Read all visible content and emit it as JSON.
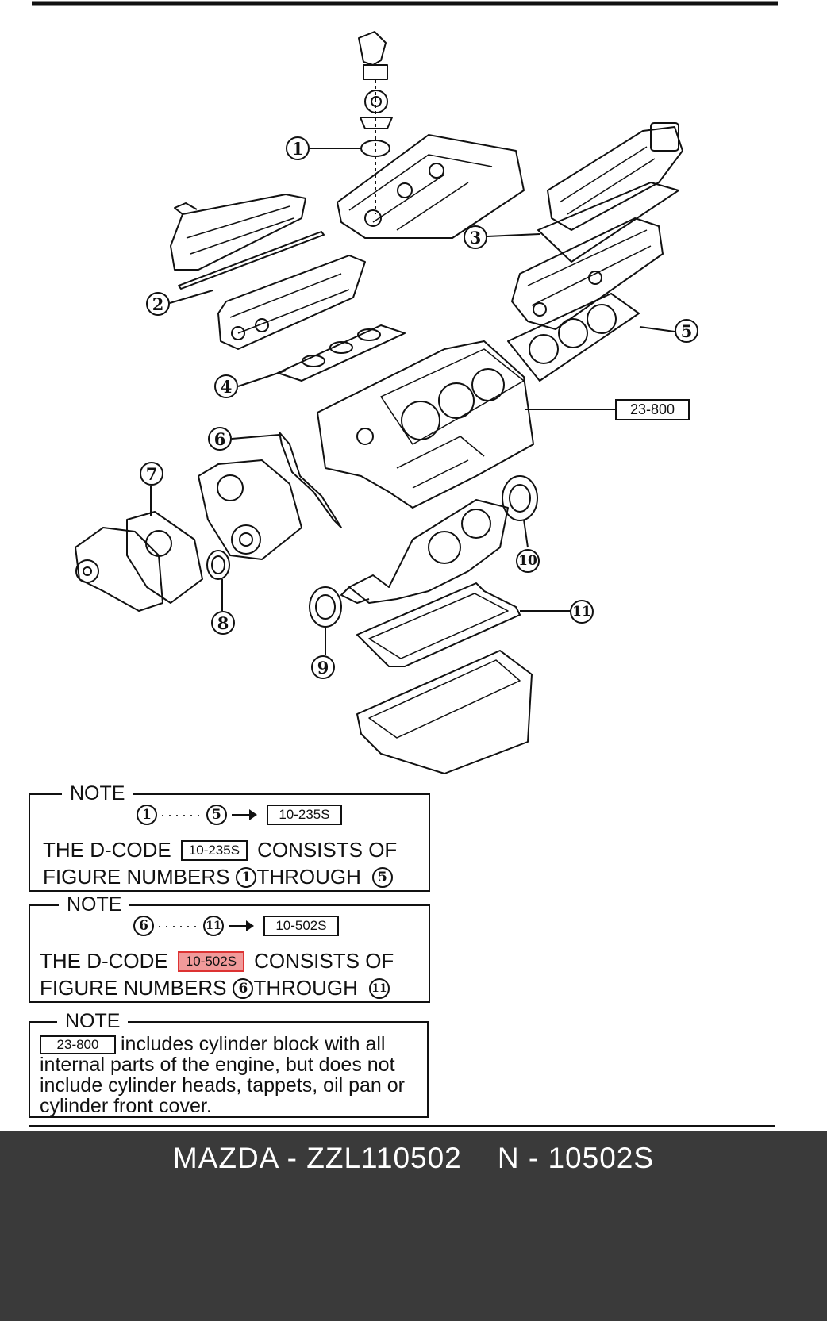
{
  "callouts": {
    "c1": "1",
    "c2": "2",
    "c3": "3",
    "c4": "4",
    "c5": "5",
    "c6": "6",
    "c7": "7",
    "c8": "8",
    "c9": "9",
    "c10": "10",
    "c11": "11"
  },
  "block_ref": "23-800",
  "notes": [
    {
      "title": "NOTE",
      "range_from": "1",
      "range_to": "5",
      "code": "10-235S",
      "line1_prefix": "THE D-CODE",
      "line1_suffix": "CONSISTS OF",
      "line2_prefix": "FIGURE NUMBERS",
      "line2_from": "1",
      "line2_mid": "THROUGH",
      "line2_to": "5"
    },
    {
      "title": "NOTE",
      "range_from": "6",
      "range_to": "11",
      "code": "10-502S",
      "line1_prefix": "THE D-CODE",
      "line1_suffix": "CONSISTS OF",
      "line2_prefix": "FIGURE NUMBERS",
      "line2_from": "6",
      "line2_mid": "THROUGH",
      "line2_to": "11"
    },
    {
      "title": "NOTE",
      "code": "23-800",
      "text": "includes cylinder block with all internal parts of the engine, but does not include cylinder heads, tappets, oil pan or cylinder front cover."
    }
  ],
  "colors": {
    "highlight": "#f19a9a",
    "footer_bg": "#3a3a3a",
    "footer_text": "#ffffff"
  },
  "footer": {
    "caption": "MAZDA - ZZL110502    N - 10502S"
  }
}
